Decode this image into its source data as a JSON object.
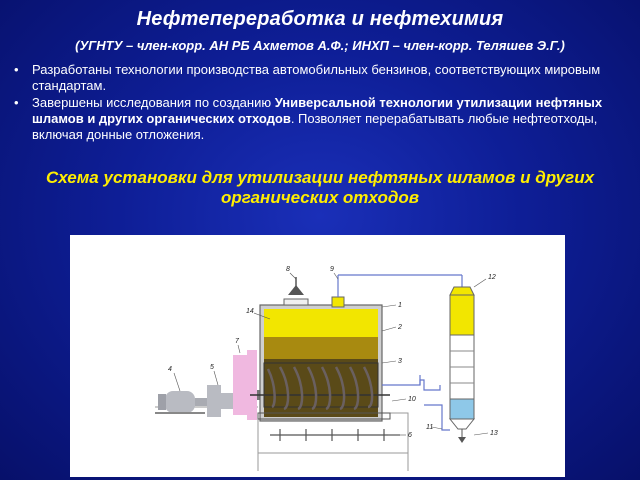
{
  "slide": {
    "title": "Нефтепереработка и нефтехимия",
    "subtitle": "(УГНТУ – член-корр. АН РБ Ахметов А.Ф.; ИНХП – член-корр. Теляшев Э.Г.)",
    "bullets": [
      {
        "text": "Разработаны технологии производства автомобильных бензинов, соответствующих мировым стандартам."
      },
      {
        "before": "Завершены исследования по созданию ",
        "bold": "Универсальной технологии утилизации нефтяных шламов и других органических отходов",
        "after": ". Позволяет перерабатывать  любые нефтеотходы, включая донные отложения."
      }
    ],
    "scheme_title": "Схема установки для утилизации нефтяных шламов и других органических отходов"
  },
  "diagram": {
    "labels": [
      "1",
      "2",
      "3",
      "4",
      "5",
      "6",
      "7",
      "8",
      "9",
      "10",
      "11",
      "12",
      "13",
      "14"
    ],
    "colors": {
      "sludge_yellow": "#f2e600",
      "sludge_brown": "#a88a10",
      "dark_layer": "#5a4a18",
      "auger": "#6a6060",
      "water_blue": "#8ec8e8",
      "column_yellow": "#f2e600",
      "frame_gray": "#c9c9c9",
      "motor_gray": "#b9bbc2",
      "coupling_pink": "#f0b8e0",
      "line_blue": "#5577cc"
    }
  }
}
